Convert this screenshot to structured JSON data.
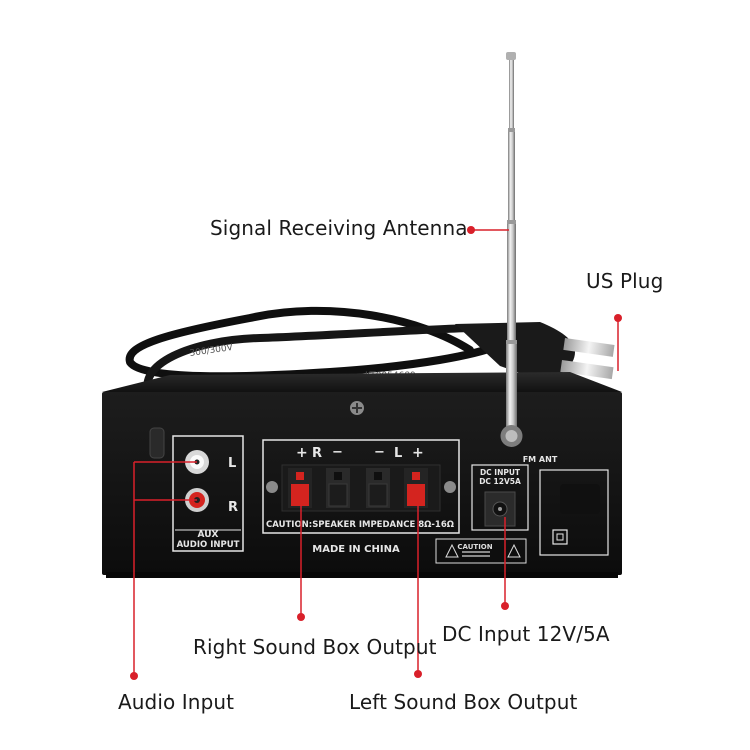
{
  "callouts": {
    "antenna": "Signal Receiving Antenna",
    "us_plug": "US Plug",
    "right_output": "Right Sound Box Output",
    "dc_input": "DC Input 12V/5A",
    "audio_input": "Audio Input",
    "left_output": "Left Sound Box Output"
  },
  "panel": {
    "input_l": "L",
    "input_r": "R",
    "aux_label_1": "AUX",
    "aux_label_2": "AUDIO INPUT",
    "speaker_plus_r": "+",
    "speaker_r": "R",
    "speaker_minus_r": "−",
    "speaker_minus_l": "−",
    "speaker_l": "L",
    "speaker_plus_l": "+",
    "caution": "CAUTION:SPEAKER IMPEDANCE 8Ω-16Ω",
    "made_in": "MADE IN CHINA",
    "fm_ant": "FM ANT",
    "dc_label_1": "DC INPUT",
    "dc_label_2": "DC 12V5A",
    "warning": "CAUTION"
  },
  "cable_print": {
    "text_1": "300/300V",
    "text_2": "KT0054689"
  },
  "colors": {
    "accent": "#d9202a",
    "chassis": "#141414",
    "panel_text": "#e6e6e6",
    "terminal_red": "#d4241f"
  }
}
